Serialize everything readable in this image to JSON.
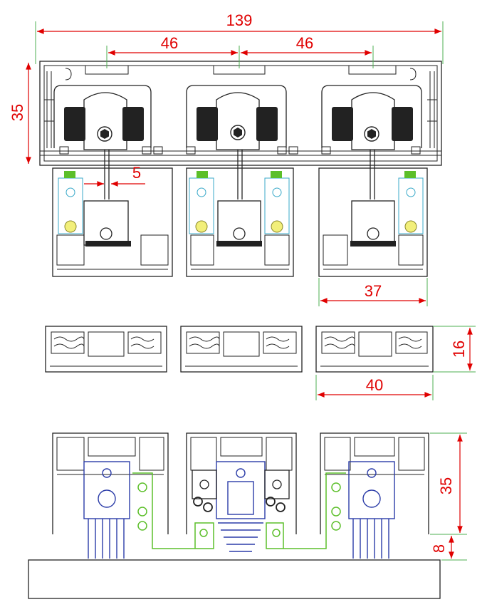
{
  "dimensions": {
    "overall_width": "139",
    "pitch_left": "46",
    "pitch_right": "46",
    "rail_height": "35",
    "gap": "5",
    "carriage_width": "37",
    "track_height": "16",
    "track_width": "40",
    "bottom_height": "35",
    "base_height": "8"
  },
  "colors": {
    "dimension": "#e00000",
    "extension": "#4caf50",
    "outline": "#222222",
    "connector_green": "#5cbf2a",
    "mount_blue": "#2b3ca8"
  }
}
